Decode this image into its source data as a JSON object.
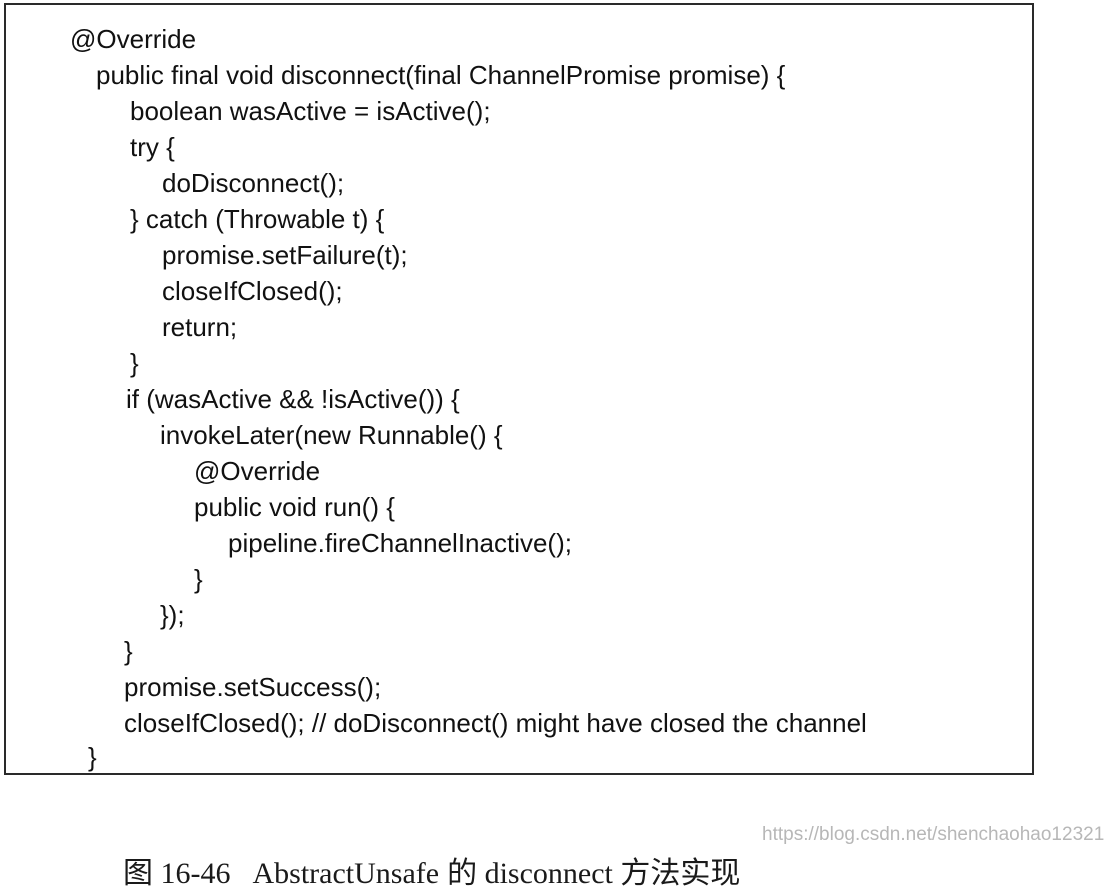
{
  "code": {
    "lines": [
      "@Override",
      "  public final void disconnect(final ChannelPromise promise) {",
      "    boolean wasActive = isActive();",
      "    try {",
      "      doDisconnect();",
      "    } catch (Throwable t) {",
      "      promise.setFailure(t);",
      "      closeIfClosed();",
      "      return;",
      "    }",
      "    if (wasActive && !isActive()) {",
      "      invokeLater(new Runnable() {",
      "        @Override",
      "        public void run() {",
      "          pipeline.fireChannelInactive();",
      "        }",
      "      });",
      "    }",
      "    promise.setSuccess();",
      "    closeIfClosed(); // doDisconnect() might have closed the channel",
      "  }"
    ]
  },
  "caption": {
    "label": "图 16-46",
    "class_name": "AbstractUnsafe",
    "text": "的 disconnect 方法实现"
  },
  "watermark": "https://blog.csdn.net/shenchaohao12321"
}
